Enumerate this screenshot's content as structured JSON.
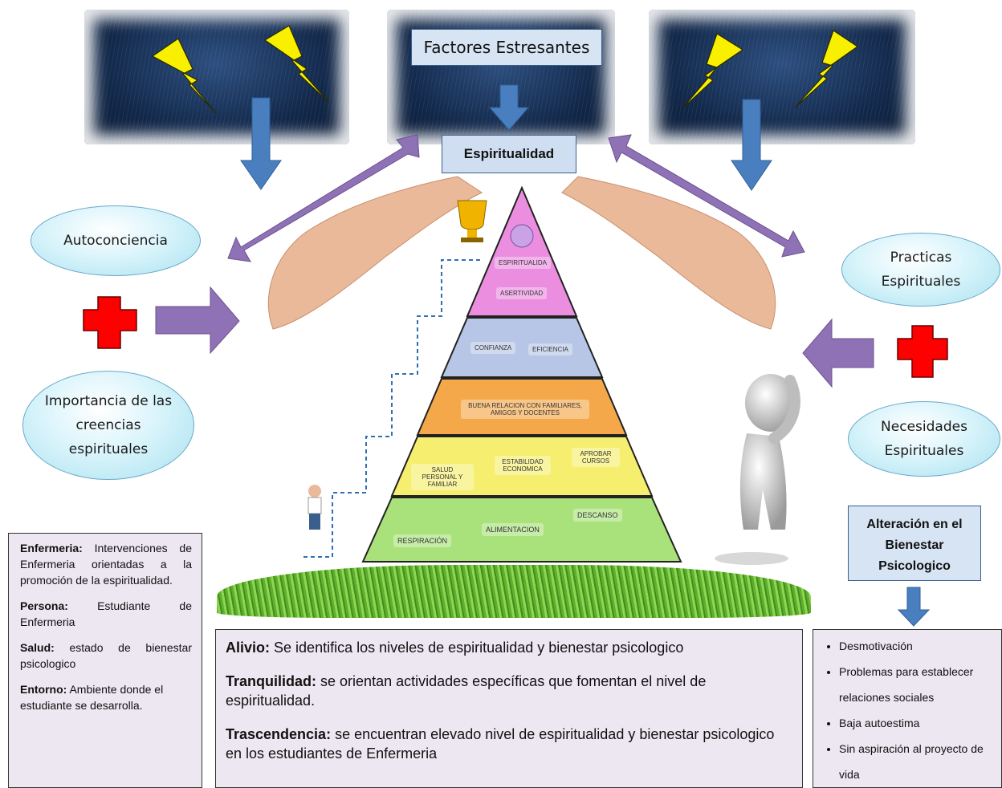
{
  "top": {
    "stressors_label": "Factores Estresantes",
    "center_label": "Espiritualidad"
  },
  "left": {
    "oval_top": "Autoconciencia",
    "oval_bottom": "Importancia de las creencias espirituales"
  },
  "right": {
    "oval_top": "Practicas Espirituales",
    "oval_bottom": "Necesidades Espirituales",
    "alteration_box": "Alteración en el Bienestar Psicologico",
    "bullets": [
      "Desmotivación",
      "Problemas para establecer relaciones sociales",
      "Baja autoestima",
      "Sin aspiración al proyecto de vida"
    ]
  },
  "pyramid": {
    "tier1": [
      "ESPIRITUALIDA",
      "ASERTIVIDAD"
    ],
    "tier2": [
      "CONFIANZA",
      "EFICIENCIA"
    ],
    "tier3": [
      "BUENA RELACION CON FAMILIARES, AMIGOS Y DOCENTES"
    ],
    "tier4": [
      "SALUD PERSONAL Y FAMILIAR",
      "ESTABILIDAD ECONOMICA",
      "APROBAR CURSOS"
    ],
    "tier5": [
      "RESPIRACIÓN",
      "ALIMENTACION",
      "DESCANSO"
    ]
  },
  "left_panel": {
    "enfermeria_term": "Enfermeria:",
    "enfermeria_text": "Intervenciones de Enfermeria orientadas a la promoción de la espiritualidad.",
    "persona_term": "Persona:",
    "persona_text": "Estudiante de Enfermeria",
    "salud_term": "Salud:",
    "salud_text": "estado de bienestar psicologico",
    "entorno_term": "Entorno:",
    "entorno_text": "Ambiente donde el estudiante se desarrolla."
  },
  "bottom_panel": {
    "alivio_term": "Alivio:",
    "alivio_text": "Se identifica los niveles de espiritualidad y bienestar psicologico",
    "tranquilidad_term": "Tranquilidad:",
    "tranquilidad_text": "se orientan actividades específicas que fomentan el nivel de espiritualidad.",
    "trascendencia_term": "Trascendencia:",
    "trascendencia_text": "se encuentran elevado nivel de espiritualidad y bienestar psicologico en los estudiantes de Enfermeria"
  },
  "colors": {
    "arrow_blue": "#4a7fbf",
    "arrow_purple": "#8e72b5",
    "cross_red": "#ff0000",
    "tier1": "#ec8ee0",
    "tier2": "#b7c6e6",
    "tier3": "#f4a84a",
    "tier4": "#f6ee6e",
    "tier5": "#a9e27a"
  }
}
